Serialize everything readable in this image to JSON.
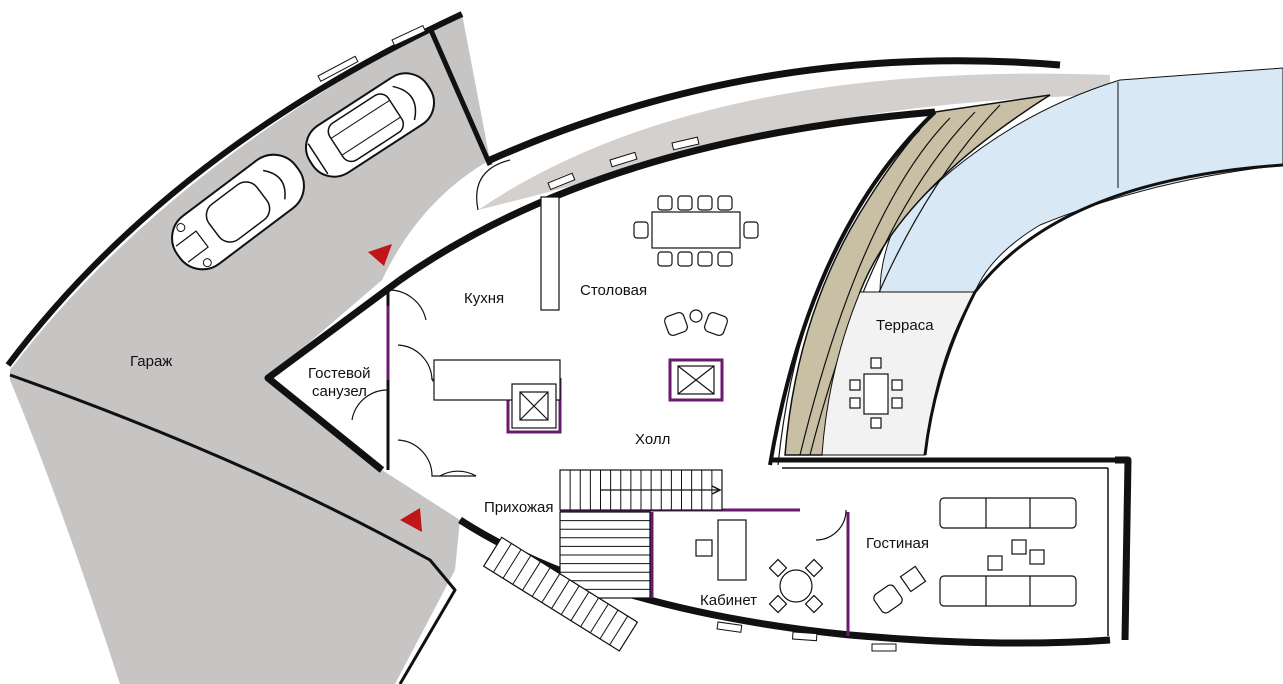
{
  "rooms": {
    "garage": "Гараж",
    "kitchen": "Кухня",
    "dining": "Столовая",
    "guest_wc_line1": "Гостевой",
    "guest_wc_line2": "санузел",
    "hall": "Холл",
    "entry": "Прихожая",
    "study": "Кабинет",
    "living": "Гостиная",
    "terrace": "Терраса"
  },
  "colors": {
    "garage_floor": "#c7c4c4",
    "deck_wood": "#c9bfa5",
    "pool_water": "#d8e8f5",
    "wall": "#111111",
    "accent_wall": "#6a1a6e",
    "entry_marker": "#c0161a"
  },
  "icons": [
    "car-icon",
    "dining-table-icon",
    "armchair-icon",
    "elevator-icon",
    "stair-icon",
    "sofa-icon",
    "desk-icon",
    "entry-arrow-icon"
  ]
}
